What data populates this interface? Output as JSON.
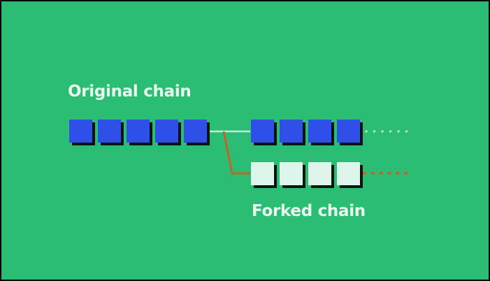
{
  "labels": {
    "original_chain": "Original chain",
    "forked_chain": "Forked chain"
  },
  "diagram": {
    "shared_blocks": 5,
    "original_branch_blocks": 4,
    "forked_branch_blocks": 4
  },
  "colors": {
    "background": "#2cbd74",
    "label_text": "#eaf7ef",
    "block_blue": "#2e4fe8",
    "block_mint": "#ddf5ea",
    "block_shadow": "#06150d",
    "original_link": "#cfe9d7",
    "fork_link": "#c0652a",
    "original_dots": "#b9dcc6"
  }
}
